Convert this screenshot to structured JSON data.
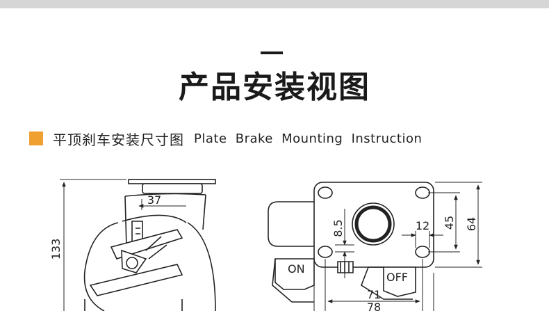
{
  "page": {
    "main_title": "产品安装视图",
    "section_title_cn": "平顶刹车安装尺寸图",
    "section_title_en": "Plate Brake Mounting Instruction",
    "accent_color": "#f0a030"
  },
  "drawing": {
    "side_view": {
      "dim_height": "133",
      "dim_offset": "37"
    },
    "top_view": {
      "dim_plate_height": "64",
      "dim_hole_height": "45",
      "dim_hole_offset": "12",
      "dim_small": "8.5",
      "dim_hole_width": "71",
      "dim_plate_width": "78",
      "label_on": "ON",
      "label_off": "OFF"
    }
  }
}
